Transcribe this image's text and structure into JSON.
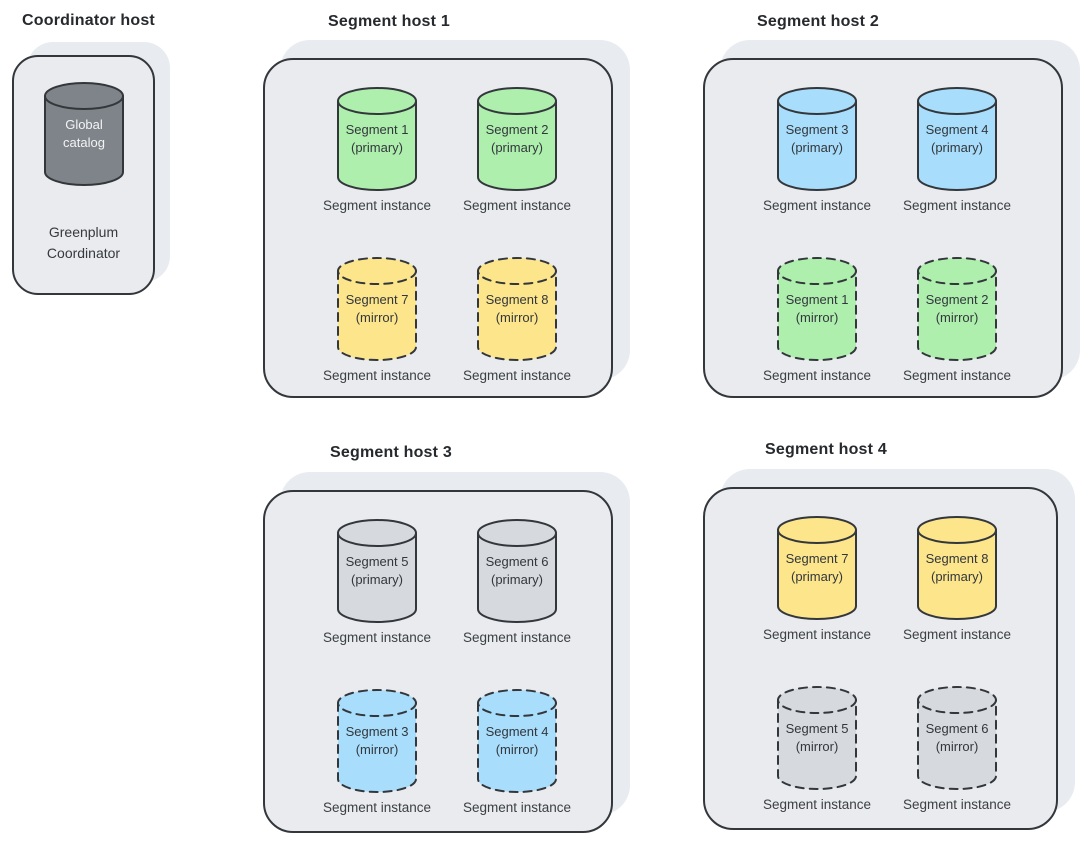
{
  "palette": {
    "host_fill": "#e9ebee",
    "shadow_fill": "#e8ebef",
    "outline": "#33373c",
    "green": "#aeefae",
    "blue": "#a8ddfb",
    "yellow": "#fce58a",
    "gray": "#d6d9dd",
    "dark_gray": "#7e8489",
    "dash_pattern": "8 6",
    "solid_pattern": "none"
  },
  "coordinator": {
    "title": "Coordinator host",
    "cylinder": {
      "line1": "Global",
      "line2": "catalog",
      "fill": "#7e8489",
      "dash": "none"
    },
    "label_line1": "Greenplum",
    "label_line2": "Coordinator"
  },
  "hosts": [
    {
      "title": "Segment host 1",
      "cells": [
        {
          "name": "Segment 1",
          "role": "(primary)",
          "caption": "Segment instance",
          "fill": "#aeefae",
          "dash": "none"
        },
        {
          "name": "Segment 2",
          "role": "(primary)",
          "caption": "Segment instance",
          "fill": "#aeefae",
          "dash": "none"
        },
        {
          "name": "Segment 7",
          "role": "(mirror)",
          "caption": "Segment instance",
          "fill": "#fce58a",
          "dash": "8 6"
        },
        {
          "name": "Segment 8",
          "role": "(mirror)",
          "caption": "Segment instance",
          "fill": "#fce58a",
          "dash": "8 6"
        }
      ]
    },
    {
      "title": "Segment host 2",
      "cells": [
        {
          "name": "Segment 3",
          "role": "(primary)",
          "caption": "Segment instance",
          "fill": "#a8ddfb",
          "dash": "none"
        },
        {
          "name": "Segment 4",
          "role": "(primary)",
          "caption": "Segment instance",
          "fill": "#a8ddfb",
          "dash": "none"
        },
        {
          "name": "Segment 1",
          "role": "(mirror)",
          "caption": "Segment instance",
          "fill": "#aeefae",
          "dash": "8 6"
        },
        {
          "name": "Segment 2",
          "role": "(mirror)",
          "caption": "Segment instance",
          "fill": "#aeefae",
          "dash": "8 6"
        }
      ]
    },
    {
      "title": "Segment host 3",
      "cells": [
        {
          "name": "Segment 5",
          "role": "(primary)",
          "caption": "Segment instance",
          "fill": "#d6d9dd",
          "dash": "none"
        },
        {
          "name": "Segment 6",
          "role": "(primary)",
          "caption": "Segment instance",
          "fill": "#d6d9dd",
          "dash": "none"
        },
        {
          "name": "Segment 3",
          "role": "(mirror)",
          "caption": "Segment instance",
          "fill": "#a8ddfb",
          "dash": "8 6"
        },
        {
          "name": "Segment 4",
          "role": "(mirror)",
          "caption": "Segment instance",
          "fill": "#a8ddfb",
          "dash": "8 6"
        }
      ]
    },
    {
      "title": "Segment host 4",
      "cells": [
        {
          "name": "Segment 7",
          "role": "(primary)",
          "caption": "Segment instance",
          "fill": "#fce58a",
          "dash": "none"
        },
        {
          "name": "Segment 8",
          "role": "(primary)",
          "caption": "Segment instance",
          "fill": "#fce58a",
          "dash": "none"
        },
        {
          "name": "Segment 5",
          "role": "(mirror)",
          "caption": "Segment instance",
          "fill": "#d6d9dd",
          "dash": "8 6"
        },
        {
          "name": "Segment 6",
          "role": "(mirror)",
          "caption": "Segment instance",
          "fill": "#d6d9dd",
          "dash": "8 6"
        }
      ]
    }
  ]
}
